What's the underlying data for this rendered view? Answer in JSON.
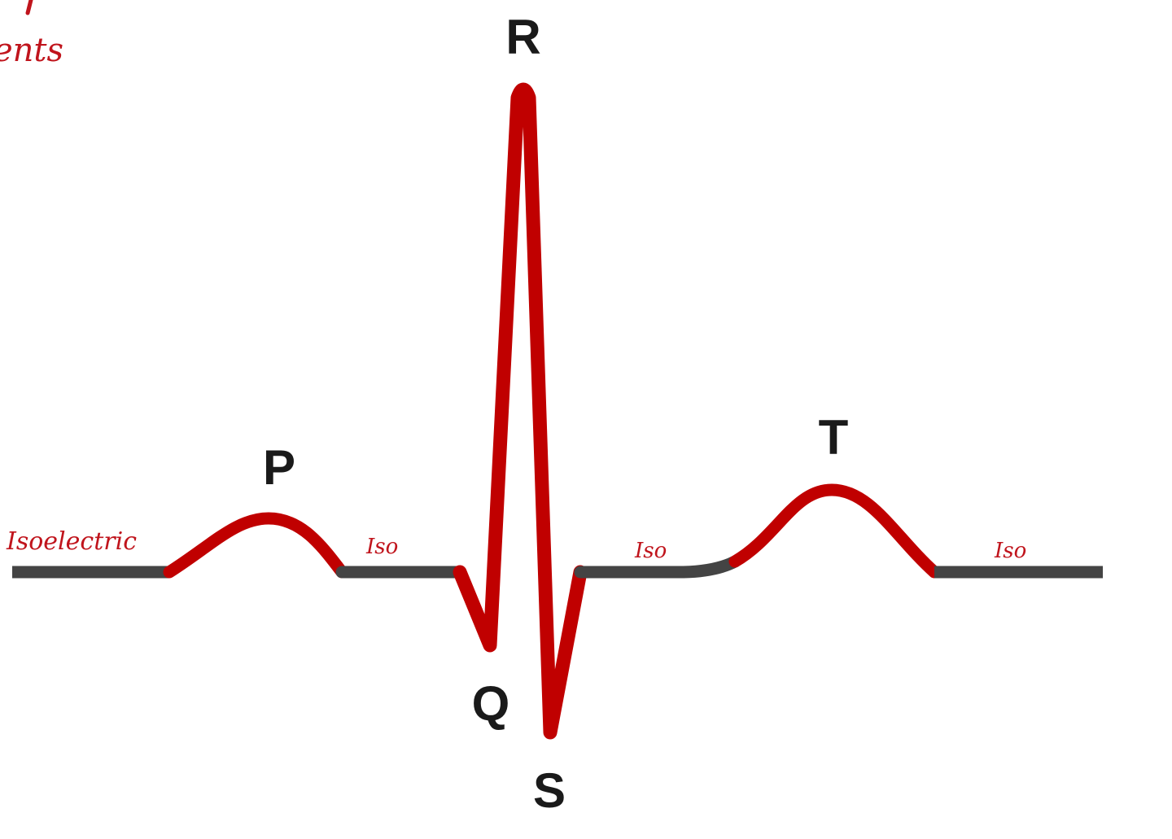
{
  "annotations": {
    "top_note": "ents",
    "isoelectric": "Isoelectric",
    "iso_1": "Iso",
    "iso_2": "Iso",
    "iso_3": "Iso"
  },
  "waves": {
    "p": "P",
    "q": "Q",
    "r": "R",
    "s": "S",
    "t": "T"
  },
  "colors": {
    "wave": "#c00000",
    "isoelectric_line": "#444444",
    "handwriting": "#c0141c"
  }
}
